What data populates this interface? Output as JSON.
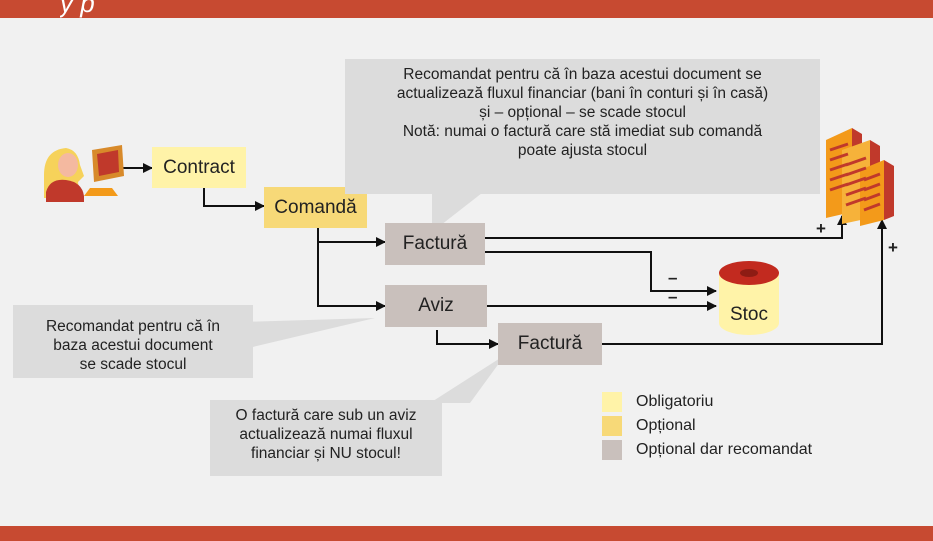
{
  "header": {
    "title_fragment": "y  p"
  },
  "nodes": {
    "contract": "Contract",
    "comanda": "Comandă",
    "factura_1": "Factură",
    "aviz": "Aviz",
    "factura_2": "Factură",
    "stoc": "Stoc"
  },
  "notes": {
    "top": "Recomandat pentru că în baza acestui document se\nactualizează fluxul financiar (bani în conturi și în casă)\nși – opțional – se scade stocul\nNotă: numai o factură care stă imediat sub comandă\npoate ajusta stocul",
    "left": "Recomandat pentru că în\nbaza acestui document\nse scade stocul",
    "bottom": "O factură care sub un aviz\nactualizează numai fluxul\nfinanciar și NU stocul!"
  },
  "signs": {
    "plus": "+",
    "minus": "–"
  },
  "legend": [
    {
      "label": "Obligatoriu",
      "color": "#fff3a8"
    },
    {
      "label": "Opțional",
      "color": "#f7d978"
    },
    {
      "label": "Opțional dar recomandat",
      "color": "#c9c0bc"
    }
  ],
  "colors": {
    "accent": "#c74a31",
    "stoc_top": "#c22a1f",
    "building": "#f39a1a"
  },
  "icons": {
    "user": "user-at-computer-icon",
    "buildings": "office-buildings-icon",
    "database": "stock-cylinder-icon"
  }
}
